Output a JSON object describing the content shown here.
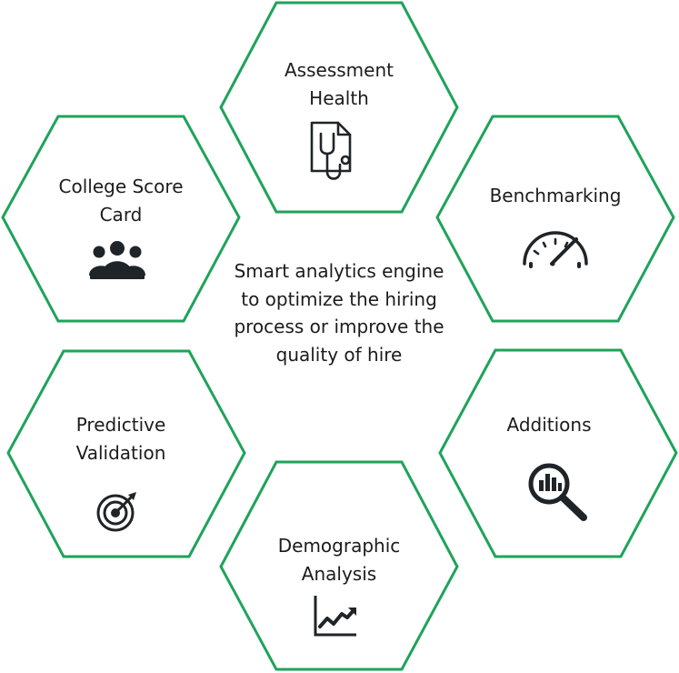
{
  "center_text": "Smart analytics engine to optimize the hiring process or improve the quality of hire",
  "nodes": [
    {
      "id": "assessment-health",
      "line1": "Assessment",
      "line2": "Health",
      "icon": "medical-document-stethoscope-icon"
    },
    {
      "id": "benchmarking",
      "line1": "Benchmarking",
      "line2": "",
      "icon": "speedometer-icon"
    },
    {
      "id": "additions",
      "line1": "Additions",
      "line2": "",
      "icon": "magnifier-chart-icon"
    },
    {
      "id": "demographic-analysis",
      "line1": "Demographic",
      "line2": "Analysis",
      "icon": "trend-chart-icon"
    },
    {
      "id": "predictive-validation",
      "line1": "Predictive",
      "line2": "Validation",
      "icon": "target-arrow-icon"
    },
    {
      "id": "college-score-card",
      "line1": "College Score",
      "line2": "Card",
      "icon": "group-icon"
    }
  ],
  "colors": {
    "hex_stroke": "#1fa35a",
    "text": "#1c1c1c",
    "icon": "#1f2428"
  }
}
